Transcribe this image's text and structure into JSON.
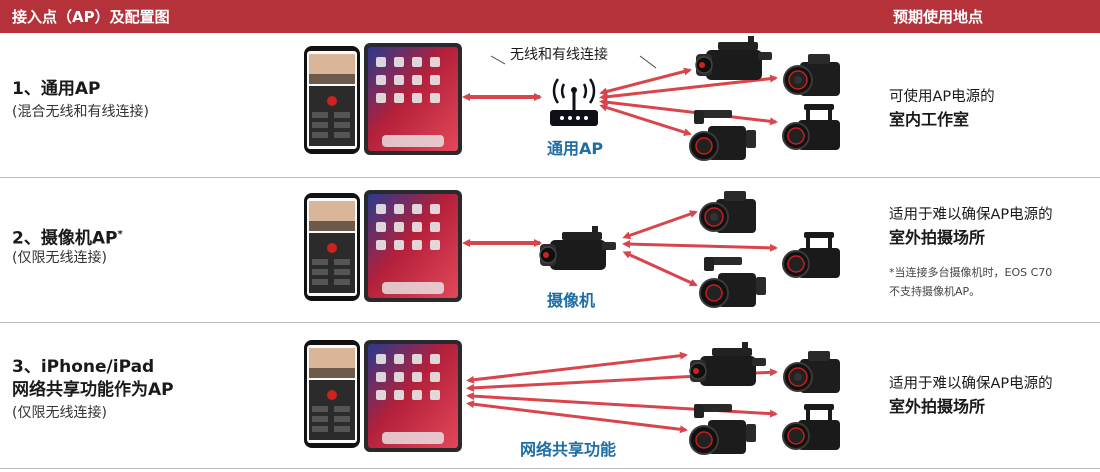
{
  "header": {
    "left": "接入点（AP）及配置图",
    "right": "预期使用地点"
  },
  "rows": [
    {
      "title": "1、通用AP",
      "sub": "(混合无线和有线连接)",
      "center_label": "通用AP",
      "wire_label": "无线和有线连接",
      "location_line1": "可使用AP电源的",
      "location_line2": "室内工作室"
    },
    {
      "title": "2、摄像机AP",
      "title_mark": "*",
      "sub": "(仅限无线连接)",
      "center_label": "摄像机",
      "location_line1": "适用于难以确保AP电源的",
      "location_line2": "室外拍摄场所",
      "note_line1": "*当连接多台摄像机时，EOS C70",
      "note_line2": "不支持摄像机AP。"
    },
    {
      "title_line1": "3、iPhone/iPad",
      "title_line2": "网络共享功能作为AP",
      "sub": "(仅限无线连接)",
      "center_label": "网络共享功能",
      "location_line1": "适用于难以确保AP电源的",
      "location_line2": "室外拍摄场所"
    }
  ],
  "colors": {
    "header_bg": "#b5323a",
    "arrow": "#d0343c",
    "label_blue": "#1e6ea6"
  },
  "icons": [
    "smartphone-icon",
    "tablet-icon",
    "router-icon",
    "camcorder-icon",
    "cinema-camera-icon"
  ]
}
